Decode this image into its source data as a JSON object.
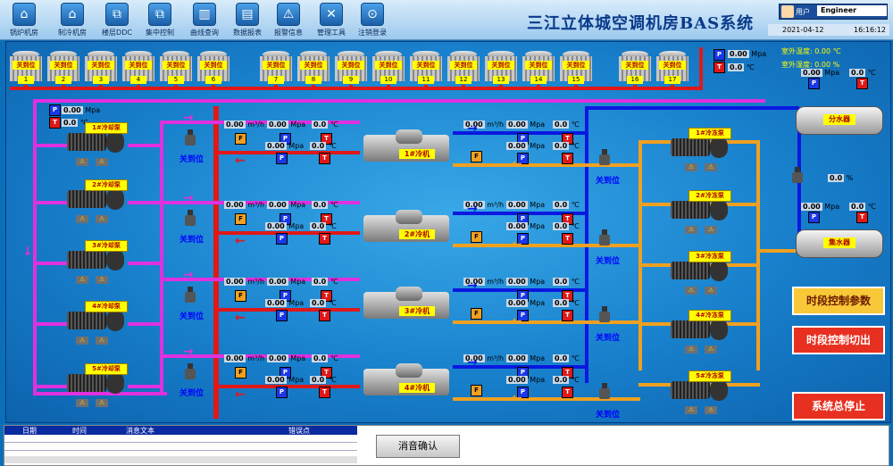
{
  "toolbar": {
    "items": [
      {
        "label": "锅炉机房",
        "icon": "home-icon"
      },
      {
        "label": "制冷机房",
        "icon": "home-icon"
      },
      {
        "label": "楼层DDC",
        "icon": "network-icon"
      },
      {
        "label": "集中控制",
        "icon": "network-icon"
      },
      {
        "label": "曲线查询",
        "icon": "chart-icon"
      },
      {
        "label": "数据报表",
        "icon": "folder-icon"
      },
      {
        "label": "报警信息",
        "icon": "warning-icon"
      },
      {
        "label": "管理工具",
        "icon": "tools-icon"
      },
      {
        "label": "注销登录",
        "icon": "lock-icon"
      }
    ]
  },
  "header": {
    "title": "三江立体城空调机房BAS系统",
    "user_label": "用户",
    "user_name": "Engineer",
    "date": "2021-04-12",
    "time": "16:16:12"
  },
  "outdoor": {
    "temp_label": "室外温度:",
    "temp_value": "0.00",
    "temp_unit": "℃",
    "hum_label": "室外湿度:",
    "hum_value": "0.00",
    "hum_unit": "%"
  },
  "towers": {
    "label": "关到位",
    "numbers": [
      "1",
      "2",
      "3",
      "4",
      "5",
      "6",
      "7",
      "8",
      "9",
      "10",
      "11",
      "12",
      "13",
      "14",
      "15",
      "16",
      "17"
    ]
  },
  "readings": {
    "zero": "0.00",
    "zero_short": "0.0",
    "mpa": "Mpa",
    "celsius": "℃",
    "flow": "m³/h",
    "percent": "%",
    "p": "P",
    "t": "T",
    "f": "F"
  },
  "valve_label": "关到位",
  "cooling_pumps": [
    "1#冷却泵",
    "2#冷却泵",
    "3#冷却泵",
    "4#冷却泵",
    "5#冷却泵"
  ],
  "chillers": [
    "1#冷机",
    "2#冷机",
    "3#冷机",
    "4#冷机"
  ],
  "chw_pumps": [
    "1#冷冻泵",
    "2#冷冻泵",
    "3#冷冻泵",
    "4#冷冻泵",
    "5#冷冻泵"
  ],
  "tanks": {
    "supply": "分水器",
    "return": "集水器"
  },
  "buttons": {
    "schedule_params": "时段控制参数",
    "schedule_switch": "时段控制切出",
    "system_stop": "系统总停止"
  },
  "alarm": {
    "col_date": "日期",
    "col_time": "时间",
    "col_msg": "消息文本",
    "col_point": "错误点",
    "mute": "消音确认"
  },
  "colors": {
    "chw_supply": "#0a18e0",
    "chw_return": "#f0a020",
    "cw_supply": "#e01818",
    "cw_return": "#e030e0"
  }
}
